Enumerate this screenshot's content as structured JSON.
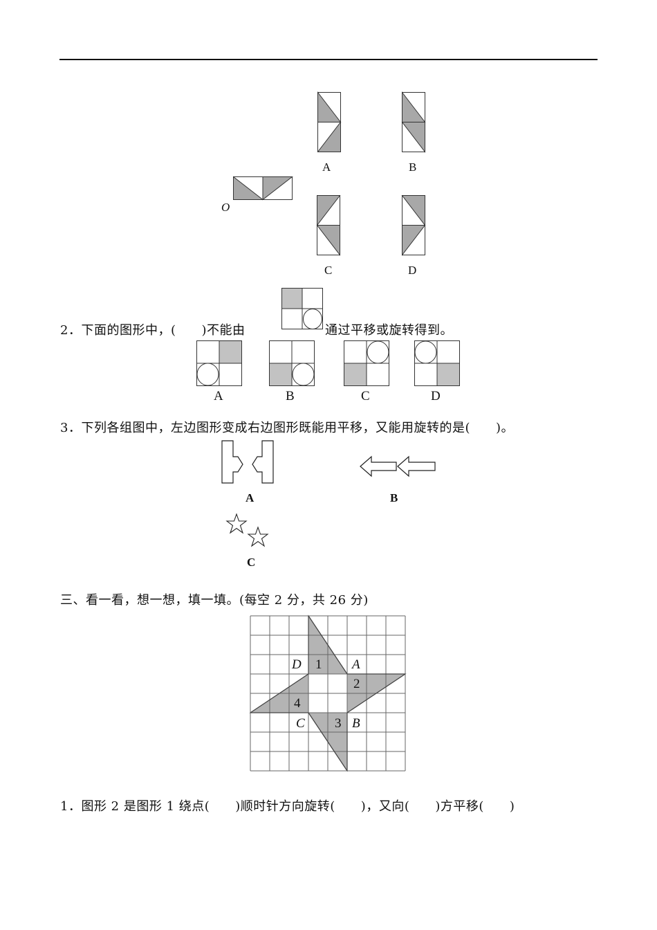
{
  "header": {
    "rule": true
  },
  "q1_figure": {
    "origin_label": "O",
    "options": [
      {
        "label": "A"
      },
      {
        "label": "B"
      },
      {
        "label": "C"
      },
      {
        "label": "D"
      }
    ]
  },
  "q2": {
    "number": "2．",
    "text_before": "下面的图形中，(",
    "blank": "　　",
    "text_middle": ")不能由",
    "text_after": "通过平移或旋转得到。",
    "options": [
      {
        "label": "A"
      },
      {
        "label": "B"
      },
      {
        "label": "C"
      },
      {
        "label": "D"
      }
    ]
  },
  "q3": {
    "number": "3．",
    "text": "下列各组图中，左边图形变成右边图形既能用平移，又能用旋转的是(",
    "blank": "　　",
    "text_end": ")。",
    "options": [
      {
        "label": "A"
      },
      {
        "label": "B"
      },
      {
        "label": "C"
      }
    ]
  },
  "section3": {
    "title": "三、看一看，想一想，填一填。(每空 2 分，共 26 分)"
  },
  "grid_figure": {
    "points": [
      "D",
      "A",
      "B",
      "C"
    ],
    "shapes": [
      "1",
      "2",
      "3",
      "4"
    ],
    "shade_color": "#b4b4b4"
  },
  "s3q1": {
    "text": "1．图形 2 是图形 1 绕点(　　)顺时针方向旋转(　　)，又向(　　)方平移(　　)"
  }
}
